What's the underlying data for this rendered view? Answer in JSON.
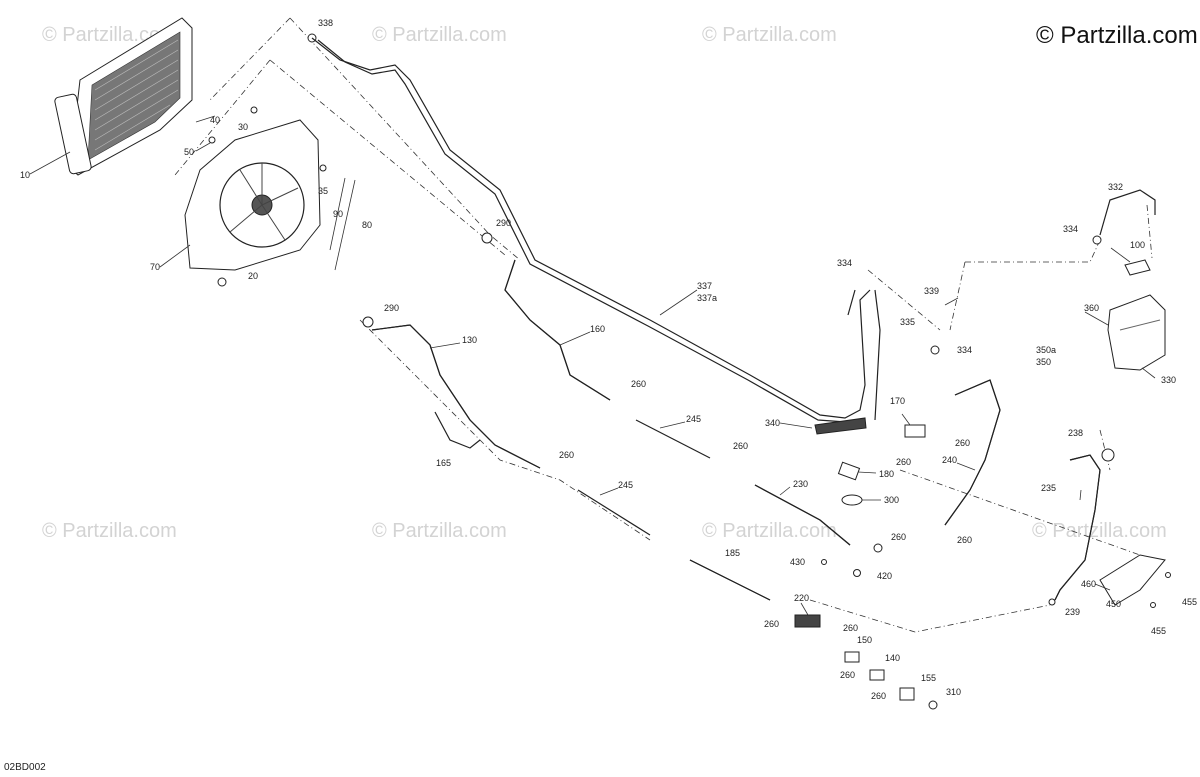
{
  "header": {
    "copyright": "© Partzilla.com"
  },
  "watermarks": [
    "© Partzilla.com",
    "© Partzilla.com",
    "© Partzilla.com",
    "© Partzilla.com",
    "© Partzilla.com",
    "© Partzilla.com",
    "© Partzilla.com"
  ],
  "footer": {
    "diagram_code": "02BD002"
  },
  "callouts": [
    "338",
    "10",
    "40",
    "30",
    "50",
    "35",
    "90",
    "80",
    "70",
    "20",
    "290",
    "290",
    "130",
    "165",
    "160",
    "337",
    "337a",
    "260",
    "245",
    "260",
    "260",
    "245",
    "230",
    "340",
    "170",
    "260",
    "260",
    "180",
    "300",
    "260",
    "430",
    "420",
    "185",
    "220",
    "260",
    "260",
    "150",
    "140",
    "260",
    "155",
    "260",
    "310",
    "334",
    "339",
    "335",
    "334",
    "240",
    "260",
    "332",
    "334",
    "100",
    "360",
    "350a",
    "350",
    "330",
    "238",
    "235",
    "460",
    "450",
    "455",
    "455",
    "239"
  ]
}
